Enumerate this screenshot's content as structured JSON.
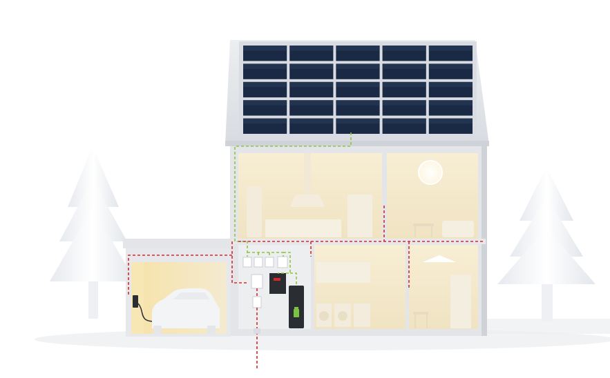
{
  "illustration": {
    "subject": "",
    "colors": {
      "sky": "#ffffff",
      "house_shell": "#e9eaec",
      "room_warm": "#f6ecd2",
      "room_light": "#f9f3e2",
      "solar_panel": "#1b2a44",
      "solar_frame": "#d9dde3",
      "ac_line": "#d9262b",
      "dc_line": "#8cc63f",
      "battery": "#2a2d31",
      "battery_indicator": "#7cc242",
      "tree": "#f4f6f8"
    },
    "solar_array": {
      "rows": 5,
      "columns": 5
    },
    "components": [
      "solar-panels",
      "hybrid-inverter",
      "home-battery",
      "ev-charger",
      "electric-car",
      "distribution-board",
      "grid-connection"
    ]
  }
}
